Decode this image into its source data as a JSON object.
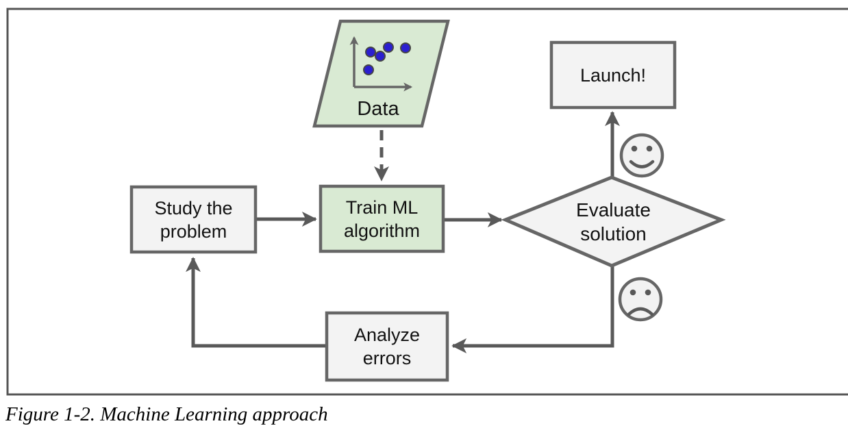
{
  "caption": "Figure 1-2. Machine Learning approach",
  "diagram": {
    "nodes": {
      "data": {
        "label": "Data",
        "shape": "parallelogram",
        "fill": "#d9ead3"
      },
      "study": {
        "label": "Study the\nproblem",
        "shape": "rectangle",
        "fill": "#f3f3f3"
      },
      "train": {
        "label": "Train ML\nalgorithm",
        "shape": "rectangle",
        "fill": "#d9ead3"
      },
      "evaluate": {
        "label": "Evaluate\nsolution",
        "shape": "diamond",
        "fill": "#f3f3f3"
      },
      "launch": {
        "label": "Launch!",
        "shape": "rectangle",
        "fill": "#f3f3f3"
      },
      "analyze": {
        "label": "Analyze\nerrors",
        "shape": "rectangle",
        "fill": "#f3f3f3"
      }
    },
    "edges": [
      {
        "from": "study",
        "to": "train",
        "style": "solid"
      },
      {
        "from": "data",
        "to": "train",
        "style": "dashed"
      },
      {
        "from": "train",
        "to": "evaluate",
        "style": "solid"
      },
      {
        "from": "evaluate",
        "to": "launch",
        "style": "solid",
        "mood_icon": "happy-face"
      },
      {
        "from": "evaluate",
        "to": "analyze",
        "style": "solid",
        "mood_icon": "sad-face"
      },
      {
        "from": "analyze",
        "to": "study",
        "style": "solid"
      }
    ],
    "icons": {
      "scatter_plot": "scatter-plot-icon with 5 blue dots and two axes",
      "happy_face": "smiley face on success path",
      "sad_face": "frowning face on failure path"
    },
    "colors": {
      "shape_stroke": "#666666",
      "connector": "#595959",
      "green_fill": "#d9ead3",
      "gray_fill": "#f3f3f3",
      "face_fill": "#f2f2f2",
      "dot_blue": "#2b1fd0",
      "frame_border": "#555555",
      "text": "#111111"
    }
  }
}
